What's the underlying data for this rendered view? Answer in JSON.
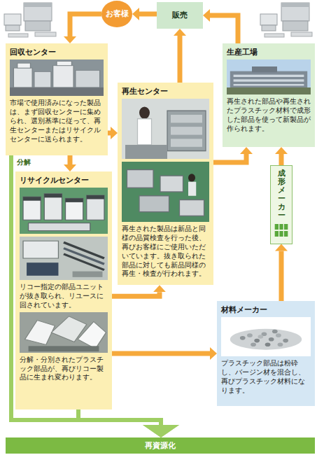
{
  "diagram": {
    "nodes": [
      {
        "text": [
          "お客様"
        ]
      },
      {
        "text": [
          "販売"
        ]
      },
      {
        "text": [
          "回収センター",
          "市場で使用済みになった製品は、まず回収センターに集められ、選別基準に従って、再生センターまたはリサイクルセンターに送られます。"
        ]
      },
      {
        "text": [
          "再生センター",
          "再生された製品は新品と同様の品質検査を行った後、再びお客様にご使用いただいています。抜き取られた部品に対しても新品同様の再生・検査が行われます。"
        ]
      },
      {
        "text": [
          "生産工場",
          "再生された部品や再生されたプラスチック材料で成形した部品を使って新製品が作られます。"
        ]
      },
      {
        "text": [
          "リサイクルセンター",
          "リコー指定の部品ユニットが抜き取られ、リユースに回されています。",
          "分解・分別されたプラスチック部品が、再びリコー製品に生まれ変わります。"
        ]
      },
      {
        "text": [
          "成形メーカー"
        ]
      },
      {
        "text": [
          "材料メーカー",
          "プラスチック部品は粉砕し、バージン材を混合し、再びプラスチック材料になります。"
        ]
      },
      {
        "text": [
          "再資源化"
        ]
      }
    ],
    "edges": [
      {
        "from": 1,
        "to": 0,
        "arrow": "to"
      },
      {
        "from": 0,
        "to": 2,
        "arrow": "to"
      },
      {
        "from": 3,
        "to": 1,
        "arrow": "to"
      },
      {
        "from": 4,
        "to": 1,
        "arrow": "to"
      },
      {
        "from": 2,
        "to": 3,
        "arrow": "to"
      },
      {
        "from": 2,
        "to": 5,
        "arrow": "to"
      },
      {
        "from": 5,
        "to": 3,
        "arrow": "to"
      },
      {
        "from": 5,
        "to": 7,
        "arrow": "to"
      },
      {
        "from": 7,
        "to": 6,
        "arrow": "to"
      },
      {
        "from": 6,
        "to": 4,
        "arrow": "to"
      },
      {
        "from": 3,
        "to": 4,
        "arrow": "to"
      },
      {
        "from": 2,
        "to": 8,
        "label": "分解",
        "arrow": "to"
      },
      {
        "from": 5,
        "to": 8,
        "arrow": "to"
      }
    ]
  }
}
